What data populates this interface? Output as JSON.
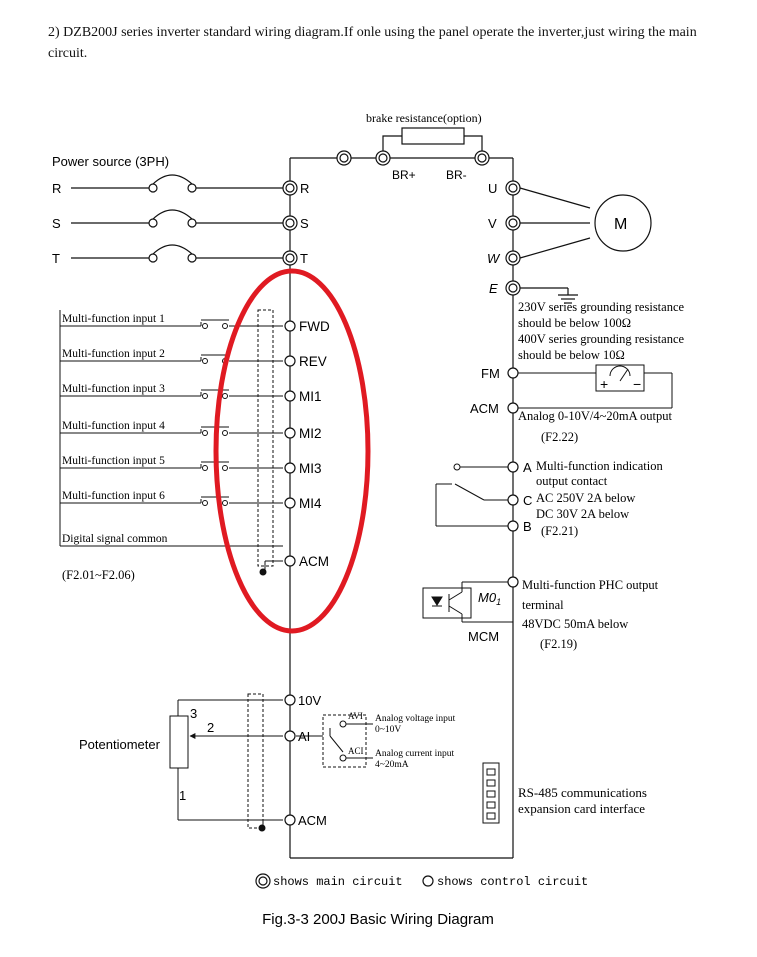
{
  "intro": "2) DZB200J series inverter standard wiring diagram.If onle using the panel operate the inverter,just wiring the main circuit.",
  "brake": {
    "label": "brake resistance(option)",
    "bp": "BR+",
    "bm": "BR-"
  },
  "power": {
    "title": "Power source (3PH)",
    "phases": [
      "R",
      "S",
      "T"
    ]
  },
  "output": {
    "terminals": [
      "U",
      "V",
      "W",
      "E"
    ],
    "motor": "M"
  },
  "ground_note": [
    "230V series grounding resistance",
    "should be below 100Ω",
    "400V series grounding resistance",
    "should be below 10Ω"
  ],
  "inputs": [
    {
      "label": "Multi-function input 1",
      "terminal": "FWD"
    },
    {
      "label": "Multi-function input 2",
      "terminal": "REV"
    },
    {
      "label": "Multi-function input 3",
      "terminal": "MI1"
    },
    {
      "label": "Multi-function input 4",
      "terminal": "MI2"
    },
    {
      "label": "Multi-function input 5",
      "terminal": "MI3"
    },
    {
      "label": "Multi-function input 6",
      "terminal": "MI4"
    }
  ],
  "digital_common": {
    "label": "Digital signal common",
    "terminal": "ACM",
    "param": "(F2.01~F2.06)"
  },
  "analog_out": {
    "fm": "FM",
    "acm": "ACM",
    "desc": "Analog 0-10V/4~20mA output",
    "param": "(F2.22)"
  },
  "relay": {
    "a": "A",
    "c": "C",
    "b": "B",
    "lines": [
      "Multi-function  indication",
      "output contact",
      "AC 250V 2A below",
      "DC 30V 2A below",
      "(F2.21)"
    ]
  },
  "phc": {
    "mo": "M0",
    "sub": "1",
    "mcm": "MCM",
    "lines": [
      "Multi-function PHC output",
      "terminal",
      "48VDC  50mA below",
      "(F2.19)"
    ]
  },
  "analog_in": {
    "t10v": "10V",
    "ai": "AI",
    "acm": "ACM",
    "pot": "Potentiometer",
    "pins": [
      "3",
      "2",
      "1"
    ],
    "avi": "AVI",
    "avi_desc": [
      "Analog voltage input",
      "0~10V"
    ],
    "aci": "ACI",
    "aci_desc": [
      "Analog current input",
      "4~20mA"
    ]
  },
  "rs485": [
    "RS-485 communications",
    "expansion card interface"
  ],
  "legend": {
    "main": "shows main circuit",
    "control": "shows control circuit"
  },
  "caption": "Fig.3-3 200J Basic Wiring Diagram",
  "colors": {
    "ink": "#111111",
    "highlight": "#e01a22"
  }
}
